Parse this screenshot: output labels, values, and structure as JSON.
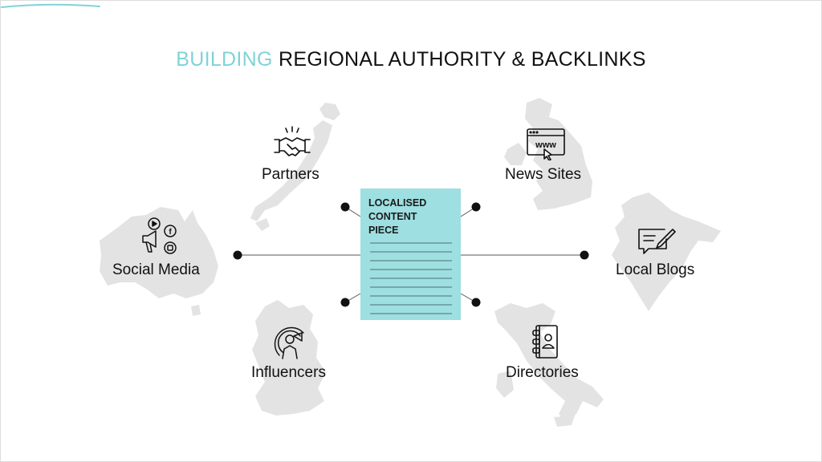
{
  "title": {
    "accent": "BUILDING",
    "rest": " REGIONAL AUTHORITY & BACKLINKS"
  },
  "center_doc": {
    "title": "LOCALISED\nCONTENT\nPIECE"
  },
  "nodes": {
    "partners": "Partners",
    "news_sites": "News Sites",
    "social_media": "Social Media",
    "local_blogs": "Local Blogs",
    "influencers": "Influencers",
    "directories": "Directories"
  },
  "colors": {
    "accent": "#7fd3d8",
    "doc_fill": "#9edfe1",
    "map_gray": "#e3e3e3",
    "line": "#555555",
    "dot": "#111111"
  },
  "icons": [
    "handshake-icon",
    "www-browser-icon",
    "social-media-icon",
    "blog-chat-icon",
    "influencer-icon",
    "address-book-icon"
  ]
}
